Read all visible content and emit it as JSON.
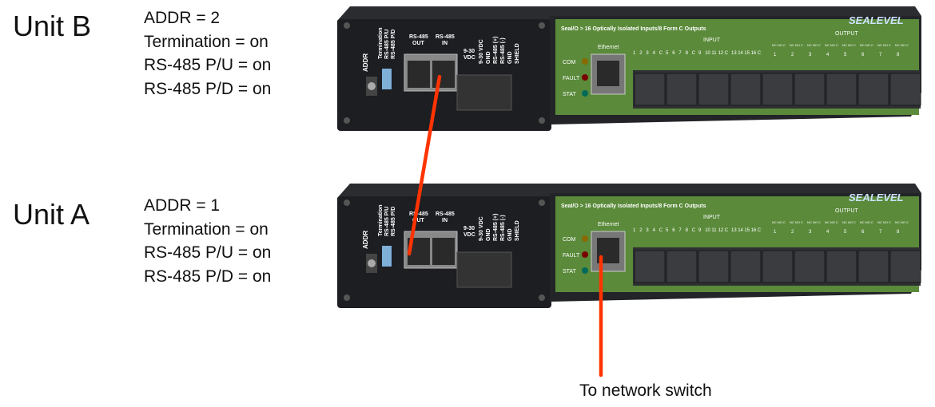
{
  "units": [
    {
      "name": "Unit B",
      "settings": [
        "ADDR = 2",
        "Termination = on",
        "RS-485 P/U = on",
        "RS-485 P/D = on"
      ]
    },
    {
      "name": "Unit A",
      "settings": [
        "ADDR = 1",
        "Termination = on",
        "RS-485 P/U = on",
        "RS-485 P/D = on"
      ]
    }
  ],
  "device": {
    "brand": "SEALEVEL",
    "product_text": "SeaI/O > 16 Optically Isolated Inputs/8 Form C Outputs",
    "leds": [
      "COM",
      "FAULT",
      "STAT"
    ],
    "ethernet_label": "Ethernet",
    "input_label": "INPUT",
    "output_label": "OUTPUT",
    "input_pins": [
      "1",
      "2",
      "3",
      "4",
      "C",
      "5",
      "6",
      "7",
      "8",
      "C",
      "9",
      "10",
      "11",
      "12",
      "C",
      "13",
      "14",
      "15",
      "16",
      "C"
    ],
    "output_groups": [
      "1",
      "2",
      "3",
      "4",
      "5",
      "6",
      "7",
      "8"
    ],
    "output_pins": [
      "NC",
      "NO",
      "C"
    ],
    "front_labels": {
      "addr": "ADDR",
      "dip": [
        "Termination",
        "RS-485 P/U",
        "RS-485 P/D"
      ],
      "rs485_out": [
        "RS-485",
        "OUT"
      ],
      "rs485_in": [
        "RS-485",
        "IN"
      ],
      "vdc": [
        "9-30",
        "VDC"
      ],
      "terminal": [
        "9-30 VDC",
        "GND",
        "RS-485 (+)",
        "RS-485 (-)",
        "GND",
        "SHIELD"
      ]
    }
  },
  "caption": "To network switch",
  "colors": {
    "cable": "#ff3300",
    "panel": "#5a8a3a",
    "chassis": "#1c1e22"
  }
}
